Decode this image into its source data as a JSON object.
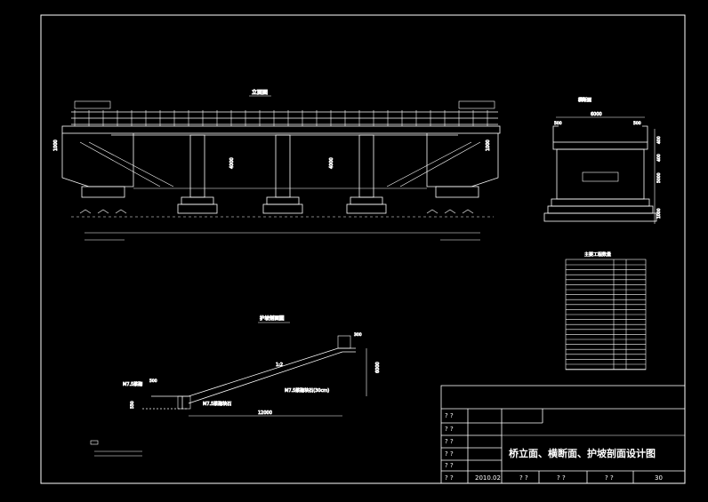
{
  "drawing": {
    "title": "桥立面、横断面、护坡剖面设计图",
    "date": "2010.02",
    "sheet_no": "30",
    "title_block_marks": [
      "? ?",
      "? ?",
      "? ?",
      "? ?",
      "? ?",
      "? ?"
    ],
    "bottom_marks": [
      "? ?",
      "? ?",
      "? ?"
    ]
  },
  "elevation_view": {
    "caption": "立面图",
    "dim_left": "1000",
    "dim_mid1": "4000",
    "dim_mid2": "4000",
    "dim_right": "1000"
  },
  "cross_section_view": {
    "caption": "横断面",
    "width": "6000",
    "left_offset": "500",
    "right_offset": "500",
    "dims_right": [
      "400",
      "400",
      "5000",
      "1000"
    ]
  },
  "quantity_table": {
    "caption": "主要工程数量"
  },
  "slope_section": {
    "caption": "护坡剖面图",
    "label_top_left": "M7.5浆砌",
    "label_lower": "M7.5浆砌块石",
    "label_slope": "M7.5浆砌块石(30cm)",
    "ratio": "1:2",
    "length": "12000",
    "height": "6000",
    "dim_300": "300",
    "dim_550": "550",
    "dim_500": "500"
  }
}
